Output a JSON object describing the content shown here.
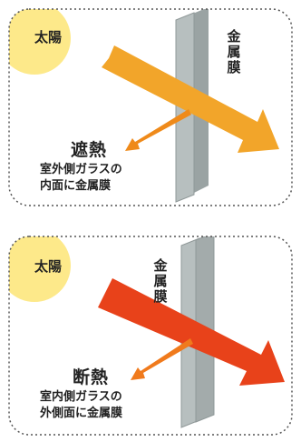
{
  "top_panel": {
    "sun_label": "太陽",
    "metal_film_label": "金属膜",
    "effect_label": "遮熱",
    "caption_line1": "室外側ガラスの",
    "caption_line2": "内面に金属膜",
    "sunlight_arrow_color": "#f2a52a",
    "reflection_color": "#ef8a1a"
  },
  "bottom_panel": {
    "sun_label": "太陽",
    "metal_film_label": "金属膜",
    "effect_label": "断熱",
    "caption_line1": "室内側ガラスの",
    "caption_line2": "外側面に金属膜",
    "sunlight_arrow_color": "#e8421a",
    "reflection_color": "#f07a1c"
  },
  "colors": {
    "sun": "#fde98a",
    "glass": "#b4bcbc",
    "glass_edge": "#8f9898",
    "border": "#555555"
  }
}
